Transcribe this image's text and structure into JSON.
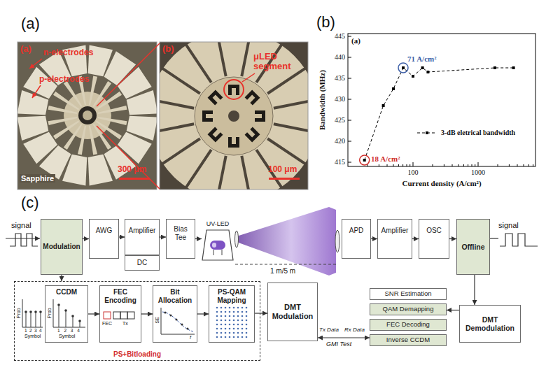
{
  "diagram": {
    "nodes": [
      {
        "text": [
          "Modulation"
        ]
      },
      {
        "text": [
          "AWG"
        ]
      },
      {
        "text": [
          "Amplifier"
        ]
      },
      {
        "text": [
          "DC"
        ]
      },
      {
        "text": [
          "Bias Tee"
        ]
      },
      {
        "text": [
          "UV-LED"
        ]
      },
      {
        "text": [
          "APD"
        ]
      },
      {
        "text": [
          "Amplifier"
        ]
      },
      {
        "text": [
          "OSC"
        ]
      },
      {
        "text": [
          "Offline"
        ]
      },
      {
        "text": [
          "PS+Bitloading"
        ]
      },
      {
        "text": [
          "CCDM"
        ],
        "in": 10
      },
      {
        "text": [
          "FEC Encoding"
        ],
        "in": 10
      },
      {
        "text": [
          "Bit Allocation"
        ],
        "in": 10
      },
      {
        "text": [
          "PS-QAM Mapping"
        ],
        "in": 10
      },
      {
        "text": [
          "DMT Modulation"
        ]
      },
      {
        "text": [
          "SNR Estimation"
        ]
      },
      {
        "text": [
          "QAM Demapping"
        ]
      },
      {
        "text": [
          "FEC Decoding"
        ]
      },
      {
        "text": [
          "Inverse CCDM"
        ]
      },
      {
        "text": [
          "DMT Demodulation"
        ]
      }
    ],
    "edges": [
      {
        "from": 0,
        "to": 1,
        "arrow": "to"
      },
      {
        "from": 1,
        "to": 2,
        "arrow": "to"
      },
      {
        "from": 2,
        "to": 4,
        "arrow": "to"
      },
      {
        "from": 4,
        "to": 5,
        "arrow": "to"
      },
      {
        "from": 6,
        "to": 7,
        "arrow": "to"
      },
      {
        "from": 7,
        "to": 8,
        "arrow": "to"
      },
      {
        "from": 8,
        "to": 9,
        "arrow": "to"
      },
      {
        "from": 0,
        "to": 10,
        "arrow": "to"
      },
      {
        "from": 11,
        "to": 12,
        "arrow": "to"
      },
      {
        "from": 12,
        "to": 13,
        "arrow": "to"
      },
      {
        "from": 13,
        "to": 14,
        "arrow": "to"
      },
      {
        "from": 14,
        "to": 15,
        "arrow": "to"
      },
      {
        "from": 15,
        "to": 19,
        "arrow": "both"
      },
      {
        "from": 9,
        "to": 20,
        "arrow": "to"
      },
      {
        "from": 20,
        "to": 17,
        "arrow": "to"
      }
    ],
    "labels": [
      "(a)",
      "(a)",
      "n-electrodes",
      "p-electrodes",
      "300 μm",
      "Sapphire",
      "(b)",
      "μLED segment",
      "100 μm",
      "(b)",
      "(a)",
      "445",
      "440",
      "435",
      "430",
      "425",
      "420",
      "415",
      "100",
      "1000",
      "Bandwidth (MHz)",
      "Current density (A/cm²)",
      "71 A/cm²",
      "18 A/cm²",
      "(c)",
      "signal",
      "1 m/5 m",
      "signal",
      "Prob",
      "1 2 3 4",
      "Symbol",
      "Prob",
      "1 2 3 4",
      "Symbol",
      "FEC",
      "Tx",
      "SE",
      "f",
      "Tx Data",
      "Rx Data",
      "GMI Test"
    ],
    "legend": [
      {
        "text": "3-dB eletrical bandwidth"
      }
    ]
  }
}
